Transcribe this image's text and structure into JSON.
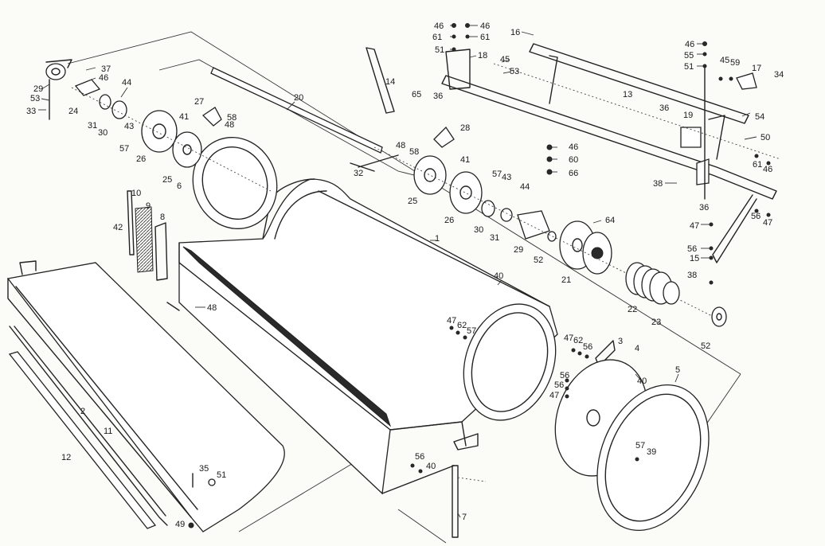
{
  "labels": [
    {
      "key": "l1",
      "text": "1"
    },
    {
      "key": "l2",
      "text": "2"
    },
    {
      "key": "l3",
      "text": "3"
    },
    {
      "key": "l4",
      "text": "4"
    },
    {
      "key": "l5",
      "text": "5"
    },
    {
      "key": "l6",
      "text": "6"
    },
    {
      "key": "l7",
      "text": "7"
    },
    {
      "key": "l8",
      "text": "8"
    },
    {
      "key": "l9",
      "text": "9"
    },
    {
      "key": "l10",
      "text": "10"
    },
    {
      "key": "l11",
      "text": "11"
    },
    {
      "key": "l12",
      "text": "12"
    },
    {
      "key": "l13",
      "text": "13"
    },
    {
      "key": "l14",
      "text": "14"
    },
    {
      "key": "l15",
      "text": "15"
    },
    {
      "key": "l16",
      "text": "16"
    },
    {
      "key": "l17",
      "text": "17"
    },
    {
      "key": "l18",
      "text": "18"
    },
    {
      "key": "l19",
      "text": "19"
    },
    {
      "key": "l20",
      "text": "20"
    },
    {
      "key": "l21",
      "text": "21"
    },
    {
      "key": "l22",
      "text": "22"
    },
    {
      "key": "l23",
      "text": "23"
    },
    {
      "key": "l24",
      "text": "24"
    },
    {
      "key": "l25a",
      "text": "25"
    },
    {
      "key": "l25b",
      "text": "25"
    },
    {
      "key": "l26a",
      "text": "26"
    },
    {
      "key": "l26b",
      "text": "26"
    },
    {
      "key": "l27",
      "text": "27"
    },
    {
      "key": "l28",
      "text": "28"
    },
    {
      "key": "l29a",
      "text": "29"
    },
    {
      "key": "l29b",
      "text": "29"
    },
    {
      "key": "l30a",
      "text": "30"
    },
    {
      "key": "l30b",
      "text": "30"
    },
    {
      "key": "l31a",
      "text": "31"
    },
    {
      "key": "l31b",
      "text": "31"
    },
    {
      "key": "l32",
      "text": "32"
    },
    {
      "key": "l33",
      "text": "33"
    },
    {
      "key": "l34",
      "text": "34"
    },
    {
      "key": "l35",
      "text": "35"
    },
    {
      "key": "l36a",
      "text": "36"
    },
    {
      "key": "l36b",
      "text": "36"
    },
    {
      "key": "l36c",
      "text": "36"
    },
    {
      "key": "l37",
      "text": "37"
    },
    {
      "key": "l38a",
      "text": "38"
    },
    {
      "key": "l38b",
      "text": "38"
    },
    {
      "key": "l39",
      "text": "39"
    },
    {
      "key": "l40a",
      "text": "40"
    },
    {
      "key": "l40b",
      "text": "40"
    },
    {
      "key": "l40c",
      "text": "40"
    },
    {
      "key": "l41a",
      "text": "41"
    },
    {
      "key": "l41b",
      "text": "41"
    },
    {
      "key": "l42",
      "text": "42"
    },
    {
      "key": "l43a",
      "text": "43"
    },
    {
      "key": "l43b",
      "text": "43"
    },
    {
      "key": "l44a",
      "text": "44"
    },
    {
      "key": "l44b",
      "text": "44"
    },
    {
      "key": "l45a",
      "text": "45"
    },
    {
      "key": "l45b",
      "text": "45"
    },
    {
      "key": "l46a",
      "text": "46"
    },
    {
      "key": "l46b",
      "text": "46"
    },
    {
      "key": "l46c",
      "text": "46"
    },
    {
      "key": "l46d",
      "text": "46"
    },
    {
      "key": "l46e",
      "text": "46"
    },
    {
      "key": "l46f",
      "text": "46"
    },
    {
      "key": "l47a",
      "text": "47"
    },
    {
      "key": "l47b",
      "text": "47"
    },
    {
      "key": "l47c",
      "text": "47"
    },
    {
      "key": "l47d",
      "text": "47"
    },
    {
      "key": "l47e",
      "text": "47"
    },
    {
      "key": "l48a",
      "text": "48"
    },
    {
      "key": "l48b",
      "text": "48"
    },
    {
      "key": "l48c",
      "text": "48"
    },
    {
      "key": "l49",
      "text": "49"
    },
    {
      "key": "l50",
      "text": "50"
    },
    {
      "key": "l51a",
      "text": "51"
    },
    {
      "key": "l51b",
      "text": "51"
    },
    {
      "key": "l51c",
      "text": "51"
    },
    {
      "key": "l52a",
      "text": "52"
    },
    {
      "key": "l52b",
      "text": "52"
    },
    {
      "key": "l53a",
      "text": "53"
    },
    {
      "key": "l53b",
      "text": "53"
    },
    {
      "key": "l54",
      "text": "54"
    },
    {
      "key": "l55",
      "text": "55"
    },
    {
      "key": "l56a",
      "text": "56"
    },
    {
      "key": "l56b",
      "text": "56"
    },
    {
      "key": "l56c",
      "text": "56"
    },
    {
      "key": "l56d",
      "text": "56"
    },
    {
      "key": "l56e",
      "text": "56"
    },
    {
      "key": "l56f",
      "text": "56"
    },
    {
      "key": "l57a",
      "text": "57"
    },
    {
      "key": "l57b",
      "text": "57"
    },
    {
      "key": "l57c",
      "text": "57"
    },
    {
      "key": "l57d",
      "text": "57"
    },
    {
      "key": "l58a",
      "text": "58"
    },
    {
      "key": "l58b",
      "text": "58"
    },
    {
      "key": "l59",
      "text": "59"
    },
    {
      "key": "l60",
      "text": "60"
    },
    {
      "key": "l61a",
      "text": "61"
    },
    {
      "key": "l61b",
      "text": "61"
    },
    {
      "key": "l61c",
      "text": "61"
    },
    {
      "key": "l62a",
      "text": "62"
    },
    {
      "key": "l62b",
      "text": "62"
    },
    {
      "key": "l64",
      "text": "64"
    },
    {
      "key": "l65",
      "text": "65"
    },
    {
      "key": "l66",
      "text": "66"
    }
  ]
}
